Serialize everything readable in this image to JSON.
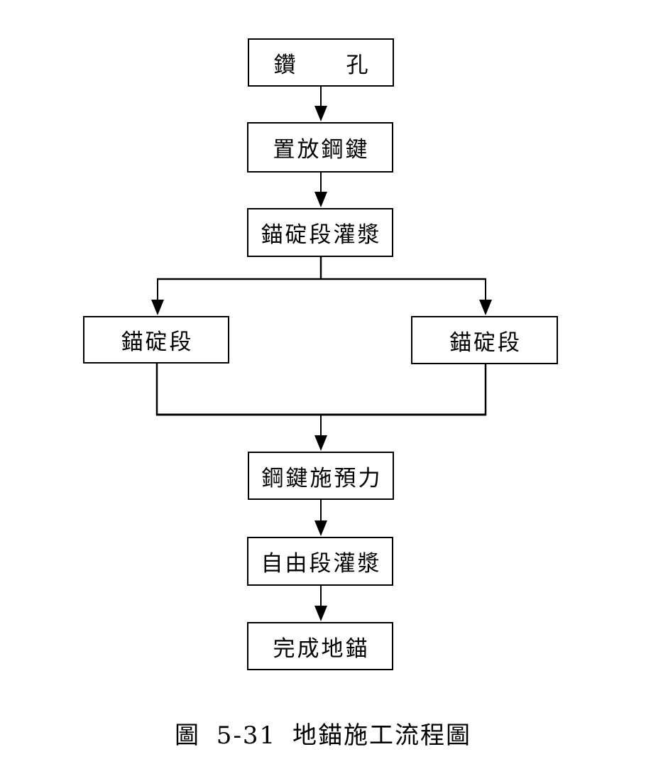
{
  "colors": {
    "ink": "#000000",
    "background": "#ffffff"
  },
  "flowchart": {
    "nodes": [
      {
        "id": "drill",
        "label": "鑽　　孔"
      },
      {
        "id": "place-tendon",
        "label": "置放鋼鍵"
      },
      {
        "id": "anchorage-grouting",
        "label": "錨碇段灌漿"
      },
      {
        "id": "anchorage-left",
        "label": "錨碇段"
      },
      {
        "id": "anchorage-right",
        "label": "錨碇段"
      },
      {
        "id": "prestress-tendon",
        "label": "鋼鍵施預力"
      },
      {
        "id": "free-length-grouting",
        "label": "自由段灌漿"
      },
      {
        "id": "complete-anchor",
        "label": "完成地錨"
      }
    ],
    "edges": [
      {
        "from": "drill",
        "to": "place-tendon"
      },
      {
        "from": "place-tendon",
        "to": "anchorage-grouting"
      },
      {
        "from": "anchorage-grouting",
        "to": "anchorage-left"
      },
      {
        "from": "anchorage-grouting",
        "to": "anchorage-right"
      },
      {
        "from": "anchorage-left",
        "to": "prestress-tendon"
      },
      {
        "from": "anchorage-right",
        "to": "prestress-tendon"
      },
      {
        "from": "prestress-tendon",
        "to": "free-length-grouting"
      },
      {
        "from": "free-length-grouting",
        "to": "complete-anchor"
      }
    ]
  },
  "caption": "圖 5-31 地錨施工流程圖"
}
